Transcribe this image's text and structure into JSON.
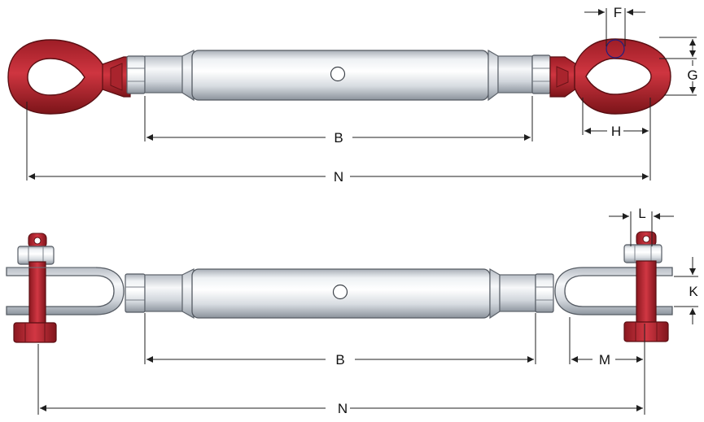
{
  "colors": {
    "red": "#c22a35",
    "red_dark": "#7d1419",
    "steel": "#d8dce0",
    "steel_light": "#f4f6f8",
    "steel_dark": "#9aa0a8",
    "line": "#1f1f1f"
  },
  "top_assembly": {
    "name": "eye-and-eye turnbuckle",
    "labels": {
      "F": "F",
      "G": "G",
      "H": "H",
      "B": "B",
      "N": "N"
    }
  },
  "bottom_assembly": {
    "name": "jaw-and-jaw turnbuckle",
    "labels": {
      "L": "L",
      "K": "K",
      "M": "M",
      "B": "B",
      "N": "N"
    }
  }
}
